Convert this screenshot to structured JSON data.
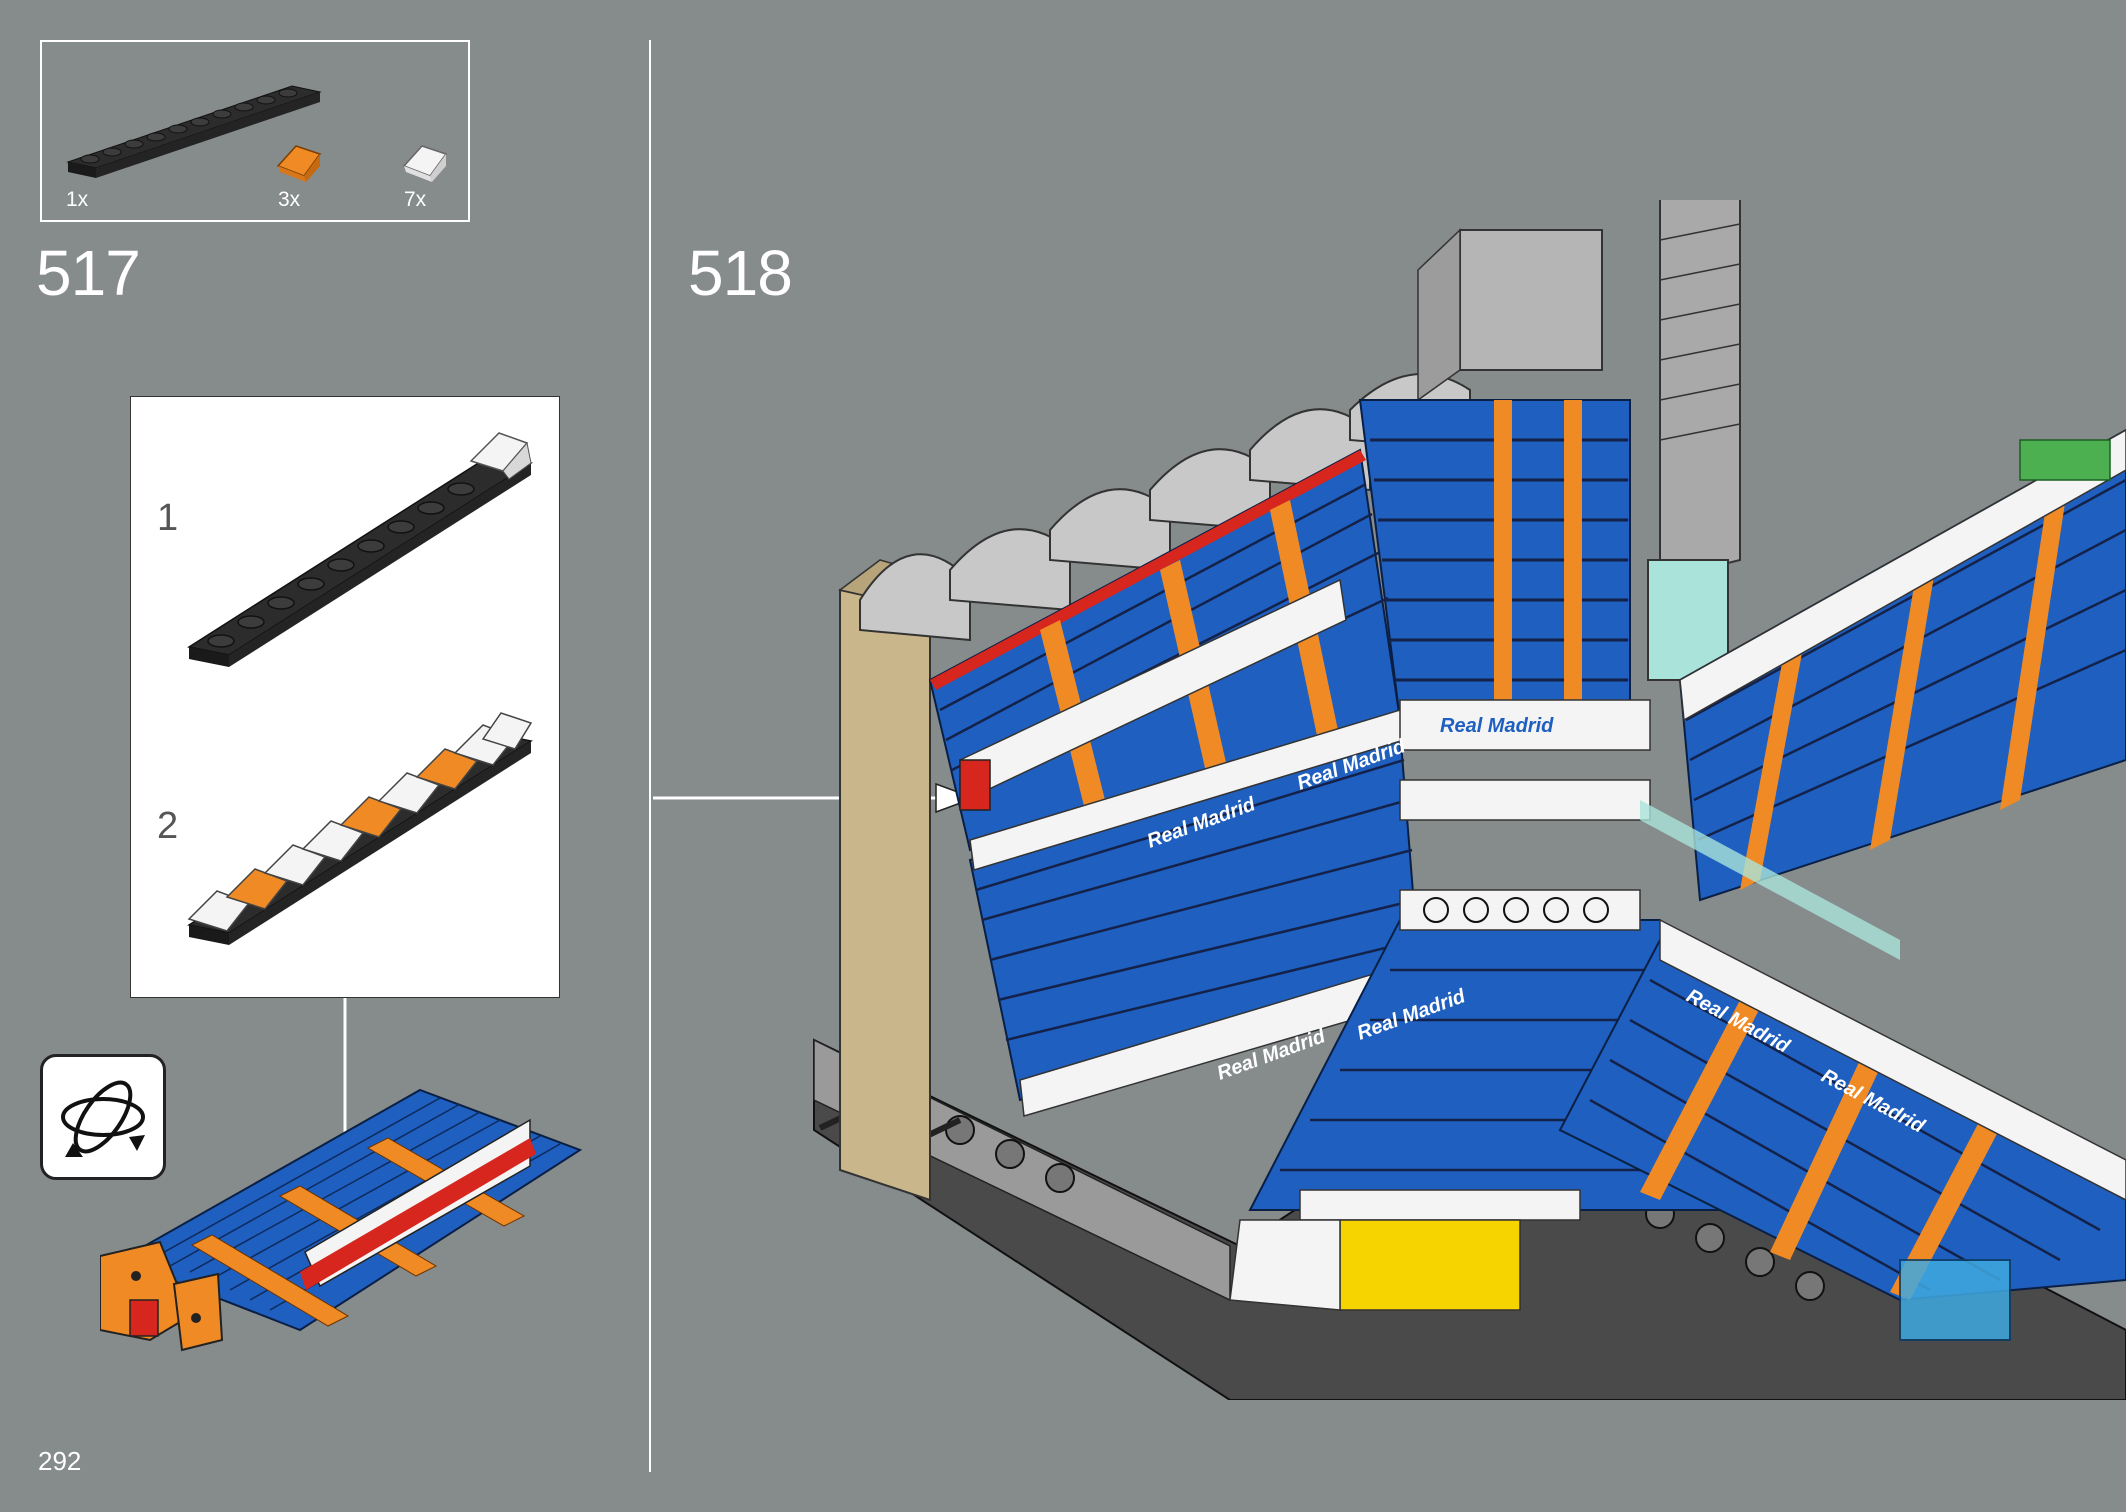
{
  "parts_list": {
    "items": [
      {
        "part": "dark-gray-plate-1x10",
        "qty": "1x",
        "color": "#3a3a3a"
      },
      {
        "part": "orange-slope-brick",
        "qty": "3x",
        "color": "#f08a24"
      },
      {
        "part": "white-slope-brick",
        "qty": "7x",
        "color": "#f4f4f4"
      }
    ]
  },
  "steps": {
    "left": {
      "number": "517"
    },
    "right": {
      "number": "518"
    }
  },
  "sub_steps": [
    {
      "number": "1"
    },
    {
      "number": "2"
    }
  ],
  "icons": {
    "rotate": "rotate-model-icon"
  },
  "stadium": {
    "sponsor_text": "Real Madrid",
    "banner_labels": [
      "Real Madrid",
      "Real Madrid",
      "Real Madrid",
      "Real Madrid",
      "Real Madrid",
      "Real Madrid",
      "Real Madrid"
    ]
  },
  "colors": {
    "background": "#868b8c",
    "seat_blue": "#1f5fbf",
    "seat_dark": "#14224a",
    "orange": "#f08a24",
    "tan": "#c9b68a",
    "red": "#d6261e",
    "light_gray": "#c8c8c8",
    "dark_gray": "#3c3c3c",
    "trans_cyan": "#a9e3da",
    "yellow": "#f5d400"
  },
  "page": {
    "number": "292"
  }
}
